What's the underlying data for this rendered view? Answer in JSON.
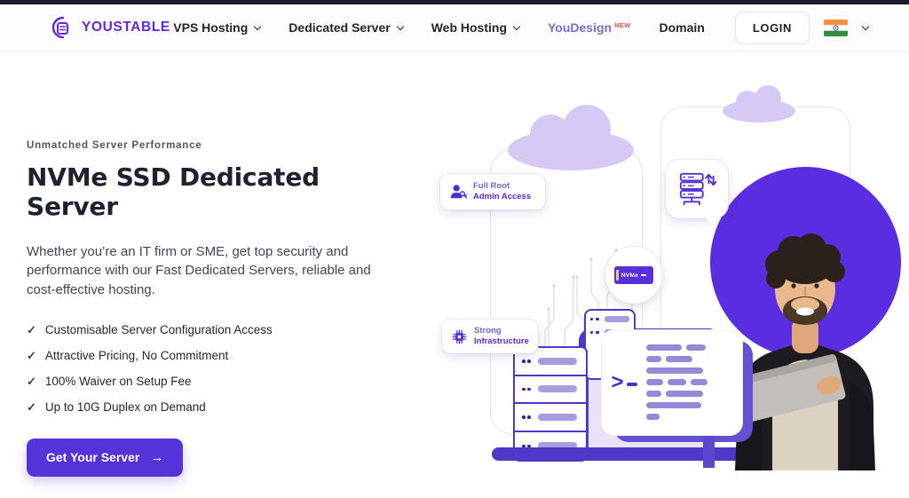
{
  "header": {
    "brand": "YOUSTABLE",
    "nav": [
      {
        "label": "VPS Hosting",
        "dropdown": true
      },
      {
        "label": "Dedicated Server",
        "dropdown": true
      },
      {
        "label": "Web Hosting",
        "dropdown": true
      },
      {
        "label": "YouDesign",
        "badge": "NEW"
      },
      {
        "label": "Domain"
      }
    ],
    "login_label": "LOGIN"
  },
  "hero": {
    "eyebrow": "Unmatched Server Performance",
    "title": "NVMe SSD Dedicated Server",
    "description": "Whether you’re an IT firm or SME, get top security and performance with our Fast Dedicated Servers, reliable and cost-effective hosting.",
    "features": [
      "Customisable Server Configuration Access",
      "Attractive Pricing, No Commitment",
      "100% Waiver on Setup Fee",
      "Up to 10G Duplex on Demand"
    ],
    "cta": {
      "label": "Get Your Server",
      "arrow": "→"
    }
  },
  "illustration": {
    "badge_full_root": {
      "line1": "Full Root",
      "line2": "Admin Access"
    },
    "badge_infrastructure": {
      "line1": "Strong",
      "line2": "Infrastructure"
    },
    "nvme_chip_label": "NVMe",
    "terminal_prompt": ">"
  },
  "icons": {
    "check": "✓"
  },
  "colors": {
    "brand_purple": "#5433d8",
    "deep_purple": "#5a2de2",
    "lavender": "#d7c9f5",
    "badge_text": "#4b2fd0",
    "new_badge_red": "#e14e4e"
  }
}
